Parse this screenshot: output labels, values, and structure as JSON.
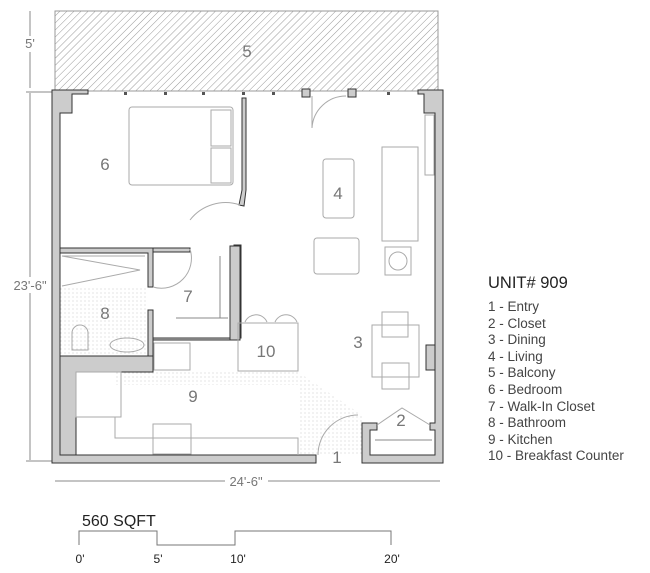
{
  "plan": {
    "rooms": {
      "r1": "1",
      "r2": "2",
      "r3": "3",
      "r4": "4",
      "r5": "5",
      "r6": "6",
      "r7": "7",
      "r8": "8",
      "r9": "9",
      "r10": "10"
    },
    "dimensions": {
      "balcony_depth": "5'",
      "unit_depth": "23'-6\"",
      "unit_width": "24'-6\""
    }
  },
  "legend": {
    "title": "UNIT# 909",
    "items": [
      "1 - Entry",
      "2 - Closet",
      "3 - Dining",
      "4 - Living",
      "5 - Balcony",
      "6 - Bedroom",
      "7 - Walk-In Closet",
      "8 - Bathroom",
      "9 - Kitchen",
      "10 - Breakfast Counter"
    ]
  },
  "scale": {
    "area": "560 SQFT",
    "ticks": [
      "0'",
      "5'",
      "10'",
      "20'"
    ]
  },
  "colors": {
    "wall": "#cccccc",
    "text": "#777777"
  }
}
